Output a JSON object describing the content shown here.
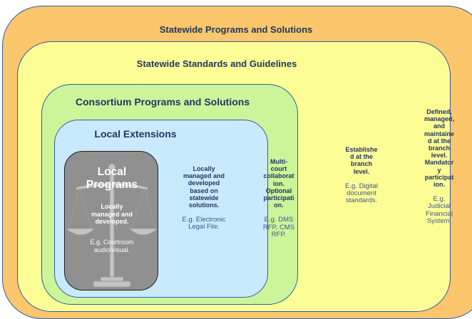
{
  "statewide_programs": {
    "title": "Statewide Programs and Solutions",
    "desc_lines": [
      "Defined,",
      "managed,",
      "and",
      "maintaine",
      "d at the",
      "branch",
      "level.",
      "Mandator",
      "y",
      "participat",
      "ion."
    ],
    "example_lines": [
      "E.g.",
      "Judicial",
      "Financial",
      "System."
    ]
  },
  "statewide_standards": {
    "title": "Statewide Standards and Guidelines",
    "desc_lines": [
      "Establishe",
      "d at the",
      "branch",
      "level."
    ],
    "example_lines": [
      "E.g. Digital",
      "document",
      "standards."
    ]
  },
  "consortium": {
    "title": "Consortium Programs and Solutions",
    "desc_lines": [
      "Multi-",
      "court",
      "collaborat",
      "ion.",
      "Optional",
      "participati",
      "on."
    ],
    "example_lines": [
      "E.g. DMS",
      "RFP, CMS",
      "RFP."
    ]
  },
  "local_extensions": {
    "title": "Local Extensions",
    "desc_lines": [
      "Locally",
      "managed and",
      "developed",
      "based on",
      "statewide",
      "solutions."
    ],
    "example_lines": [
      "E.g. Electronic",
      "Legal File."
    ]
  },
  "local_programs": {
    "title_lines": [
      "Local",
      "Programs"
    ],
    "desc_lines": [
      "Locally",
      "managed and",
      "developed."
    ],
    "example_lines": [
      "E.g. Courtroom",
      "audio/visual."
    ]
  },
  "colors": {
    "statewide_programs": "#fcc66c",
    "statewide_standards": "#fdfd96",
    "consortium": "#ccf59a",
    "local_extensions": "#c8eafc",
    "local_programs": "#909090",
    "border": "#2d5ea8",
    "text": "#1f3763"
  },
  "icons": [
    "scales-of-justice-icon"
  ]
}
